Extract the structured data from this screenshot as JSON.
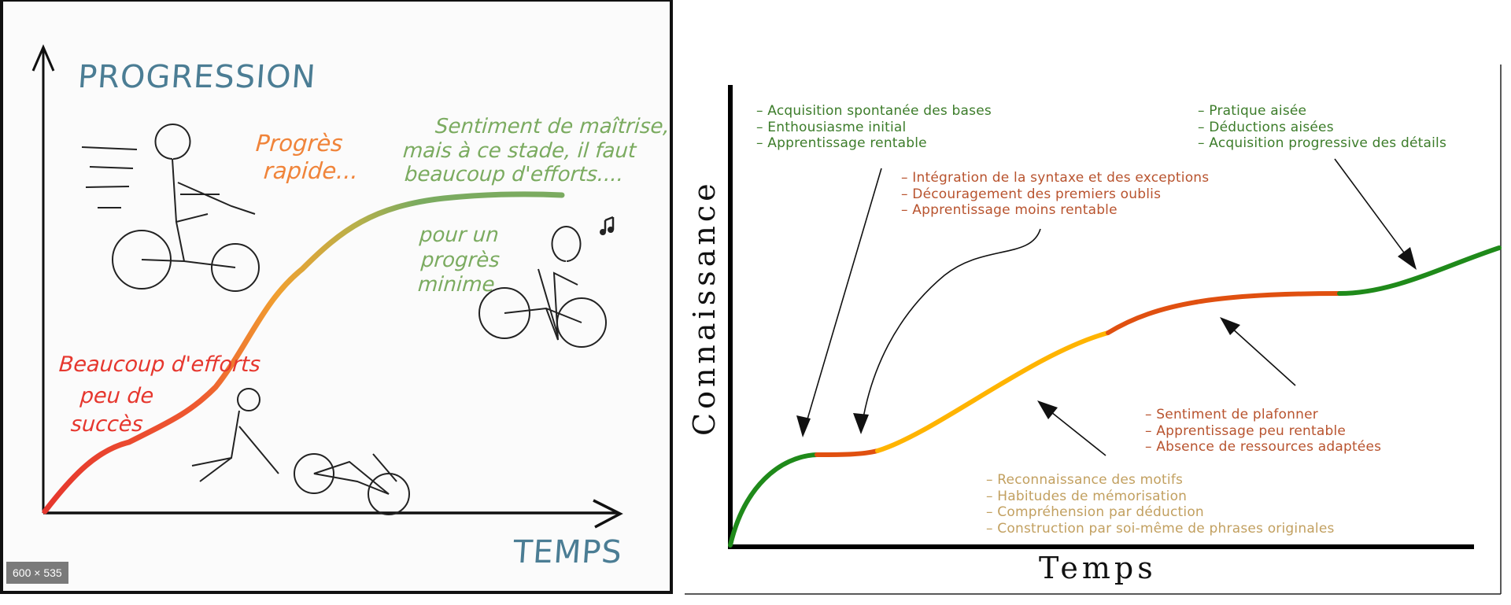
{
  "left_figure": {
    "y_axis_label": "PROGRESSION",
    "x_axis_label": "TEMPS",
    "stage_fast": [
      "Progrès",
      "rapide..."
    ],
    "stage_mastery": [
      "Sentiment de maîtrise,",
      "mais à ce stade, il faut",
      "beaucoup d'efforts...."
    ],
    "stage_minimal": [
      "pour un",
      "progrès",
      "minime"
    ],
    "stage_start": [
      "Beaucoup d'efforts",
      "peu de",
      "succès"
    ],
    "image_size_badge": "600 × 535",
    "colors": {
      "axis_label": "#4b7d94",
      "start": "#e6372e",
      "middle": "#f0a030",
      "end": "#7bab60"
    }
  },
  "right_figure": {
    "y_axis_label": "Connaissance",
    "x_axis_label": "Temps",
    "notes": {
      "early": [
        "– Acquisition spontanée des bases",
        "– Enthousiasme initial",
        "– Apprentissage rentable"
      ],
      "first_plateau": [
        "– Intégration de la syntaxe et des exceptions",
        "– Découragement des premiers oublis",
        "– Apprentissage moins rentable"
      ],
      "late": [
        "– Pratique aisée",
        "– Déductions aisées",
        "– Acquisition progressive des détails"
      ],
      "second_plateau": [
        "– Sentiment de plafonner",
        "– Apprentissage peu rentable",
        "– Absence de ressources adaptées"
      ],
      "growth": [
        "– Reconnaissance des motifs",
        "– Habitudes de mémorisation",
        "– Compréhension par déduction",
        "– Construction par soi-même de phrases originales"
      ]
    },
    "colors": {
      "green": "#1f8a1a",
      "red": "#e05010",
      "yellow": "#ffb400"
    }
  }
}
